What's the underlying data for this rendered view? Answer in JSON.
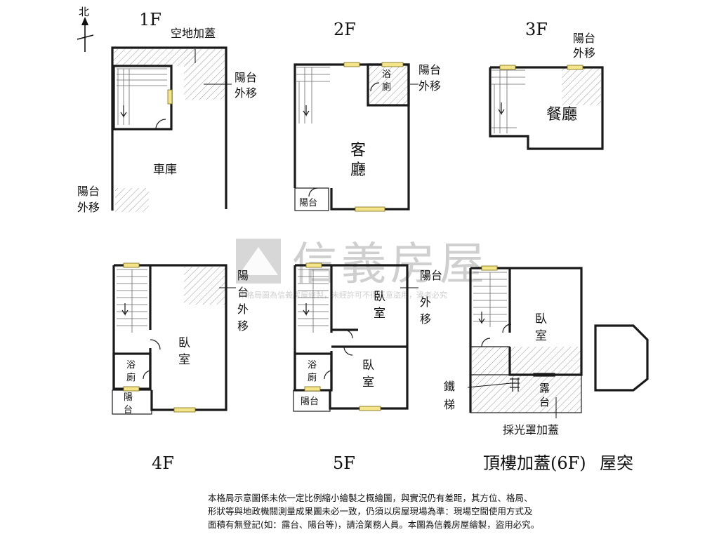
{
  "compass": {
    "label": "北"
  },
  "floors": {
    "f1": {
      "title": "1F",
      "notes": {
        "vacant_lot": "空地加蓋",
        "balcony_right_1": "陽台",
        "balcony_right_2": "外移",
        "balcony_left_1": "陽台",
        "balcony_left_2": "外移"
      },
      "rooms": {
        "garage": "車庫"
      }
    },
    "f2": {
      "title": "2F",
      "notes": {
        "balcony_1": "陽台",
        "balcony_2": "外移"
      },
      "rooms": {
        "bath_1": "浴",
        "bath_2": "廁",
        "living_1": "客",
        "living_2": "廳",
        "balcony": "陽台"
      }
    },
    "f3": {
      "title": "3F",
      "notes": {
        "balcony_1": "陽台",
        "balcony_2": "外移"
      },
      "rooms": {
        "dining": "餐廳"
      }
    },
    "f4": {
      "title": "4F",
      "notes": {
        "c1": "陽",
        "c2": "台",
        "c3": "外",
        "c4": "移"
      },
      "rooms": {
        "bed_1": "臥",
        "bed_2": "室",
        "bath_1": "浴",
        "bath_2": "廁",
        "balcony_1": "陽",
        "balcony_2": "台"
      }
    },
    "f5": {
      "title": "5F",
      "notes": {
        "balcony_1": "陽台",
        "c3": "外",
        "c4": "移"
      },
      "rooms": {
        "bed_a_1": "臥",
        "bed_a_2": "室",
        "bed_b_1": "臥",
        "bed_b_2": "室",
        "bath_1": "浴",
        "bath_2": "廁",
        "balcony": "陽台"
      }
    },
    "f6": {
      "title": "頂樓加蓋(6F)",
      "notes": {
        "ladder_1": "鐵",
        "ladder_2": "梯",
        "skylight": "採光罩加蓋"
      },
      "rooms": {
        "bed_1": "臥",
        "bed_2": "室",
        "terrace_1": "露",
        "terrace_2": "台"
      }
    },
    "roof": {
      "title": "屋突"
    }
  },
  "watermark": {
    "brand": "信義房屋",
    "notice": "本格局圖為信義房屋繪製，未經許可不得任意盜用，違者必究"
  },
  "disclaimer": {
    "line1": "本格局示意圖係未依一定比例縮小繪製之概繪圖，與實況仍有差距，其方位、格局、",
    "line2": "形狀等與地政機關測量成果圖未必一致，仍須以房屋現場為準：現場空間使用方式及",
    "line3": "面積有無登記(如：露台、陽台等)，請洽業務人員。本圖為信義房屋繪製，盜用必究。"
  }
}
